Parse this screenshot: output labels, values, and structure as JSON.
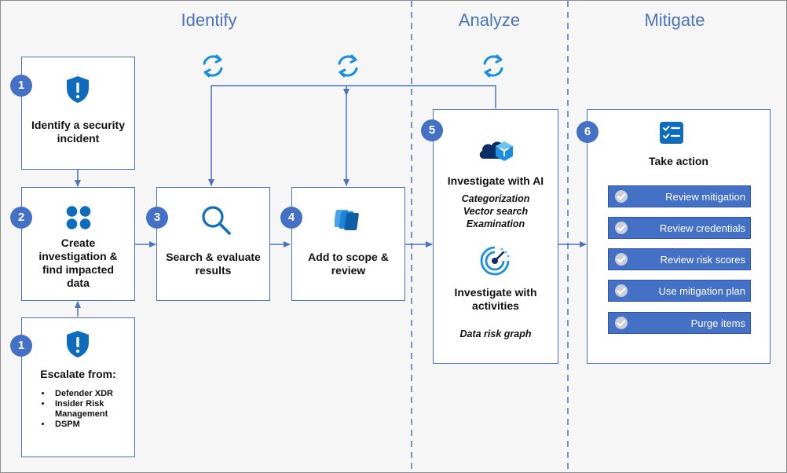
{
  "phases": {
    "identify": "Identify",
    "analyze": "Analyze",
    "mitigate": "Mitigate"
  },
  "steps": {
    "identify_incident": {
      "badge": "1",
      "title": "Identify a security incident"
    },
    "create_investigation": {
      "badge": "2",
      "title": "Create investigation & find impacted data"
    },
    "escalate": {
      "badge": "1",
      "title": "Escalate from:",
      "sources": [
        "Defender XDR",
        "Insider Risk Management",
        "DSPM"
      ]
    },
    "search": {
      "badge": "3",
      "title": "Search & evaluate results"
    },
    "scope": {
      "badge": "4",
      "title": "Add to scope & review"
    },
    "investigate": {
      "badge": "5",
      "ai_title": "Investigate with AI",
      "ai_items": [
        "Categorization",
        "Vector search",
        "Examination"
      ],
      "activities_title": "Investigate with activities",
      "activities_items": [
        "Data risk graph"
      ]
    },
    "take_action": {
      "badge": "6",
      "title": "Take action",
      "actions": [
        "Review mitigation",
        "Review credentials",
        "Review risk scores",
        "Use mitigation plan",
        "Purge items"
      ]
    }
  },
  "colors": {
    "accent": "#4470c6",
    "line": "#4a74c2",
    "icon": "#0f6cbd",
    "check": "#c9cfd8"
  },
  "icons": {
    "incident": "shield-alert-icon",
    "investigation": "four-circles-icon",
    "search": "magnifier-icon",
    "scope": "stacked-cards-icon",
    "ai": "cloud-cube-icon",
    "activities": "target-icon",
    "action": "checklist-icon",
    "iteration": "refresh-cycle-icon"
  }
}
